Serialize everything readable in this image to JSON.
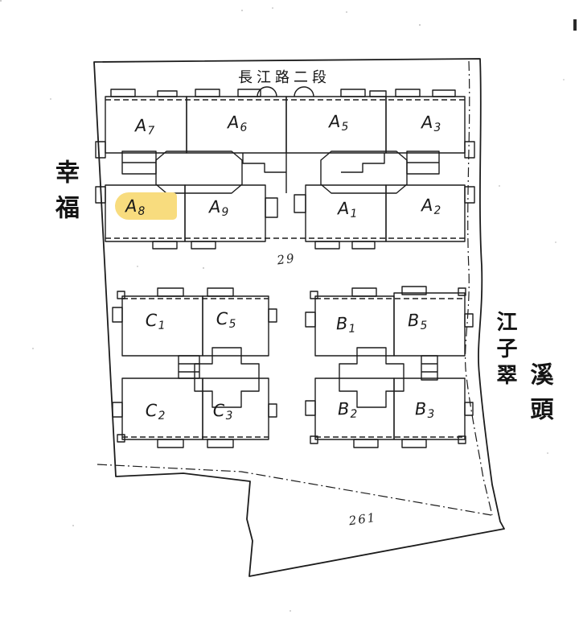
{
  "colors": {
    "ink": "#1c1c1c",
    "paper": "#ffffff",
    "highlight": "#F8DC7E"
  },
  "road_labels": {
    "top": "長江路二段",
    "left": "幸福",
    "right_inner": "江子翠",
    "right_outer": "溪頭"
  },
  "lot_numbers": {
    "upper": "29",
    "lower": "261"
  },
  "units": {
    "a_top": [
      {
        "letter": "A",
        "digit": "7"
      },
      {
        "letter": "A",
        "digit": "6"
      },
      {
        "letter": "A",
        "digit": "5"
      },
      {
        "letter": "A",
        "digit": "3"
      }
    ],
    "a_bottom": [
      {
        "letter": "A",
        "digit": "8"
      },
      {
        "letter": "A",
        "digit": "9"
      },
      {
        "letter": "A",
        "digit": "1"
      },
      {
        "letter": "A",
        "digit": "2"
      }
    ],
    "c_block": [
      {
        "letter": "C",
        "digit": "1"
      },
      {
        "letter": "C",
        "digit": "5"
      },
      {
        "letter": "C",
        "digit": "2"
      },
      {
        "letter": "C",
        "digit": "3"
      }
    ],
    "b_block": [
      {
        "letter": "B",
        "digit": "1"
      },
      {
        "letter": "B",
        "digit": "5"
      },
      {
        "letter": "B",
        "digit": "2"
      },
      {
        "letter": "B",
        "digit": "3"
      }
    ]
  },
  "highlighted_unit": "A8"
}
